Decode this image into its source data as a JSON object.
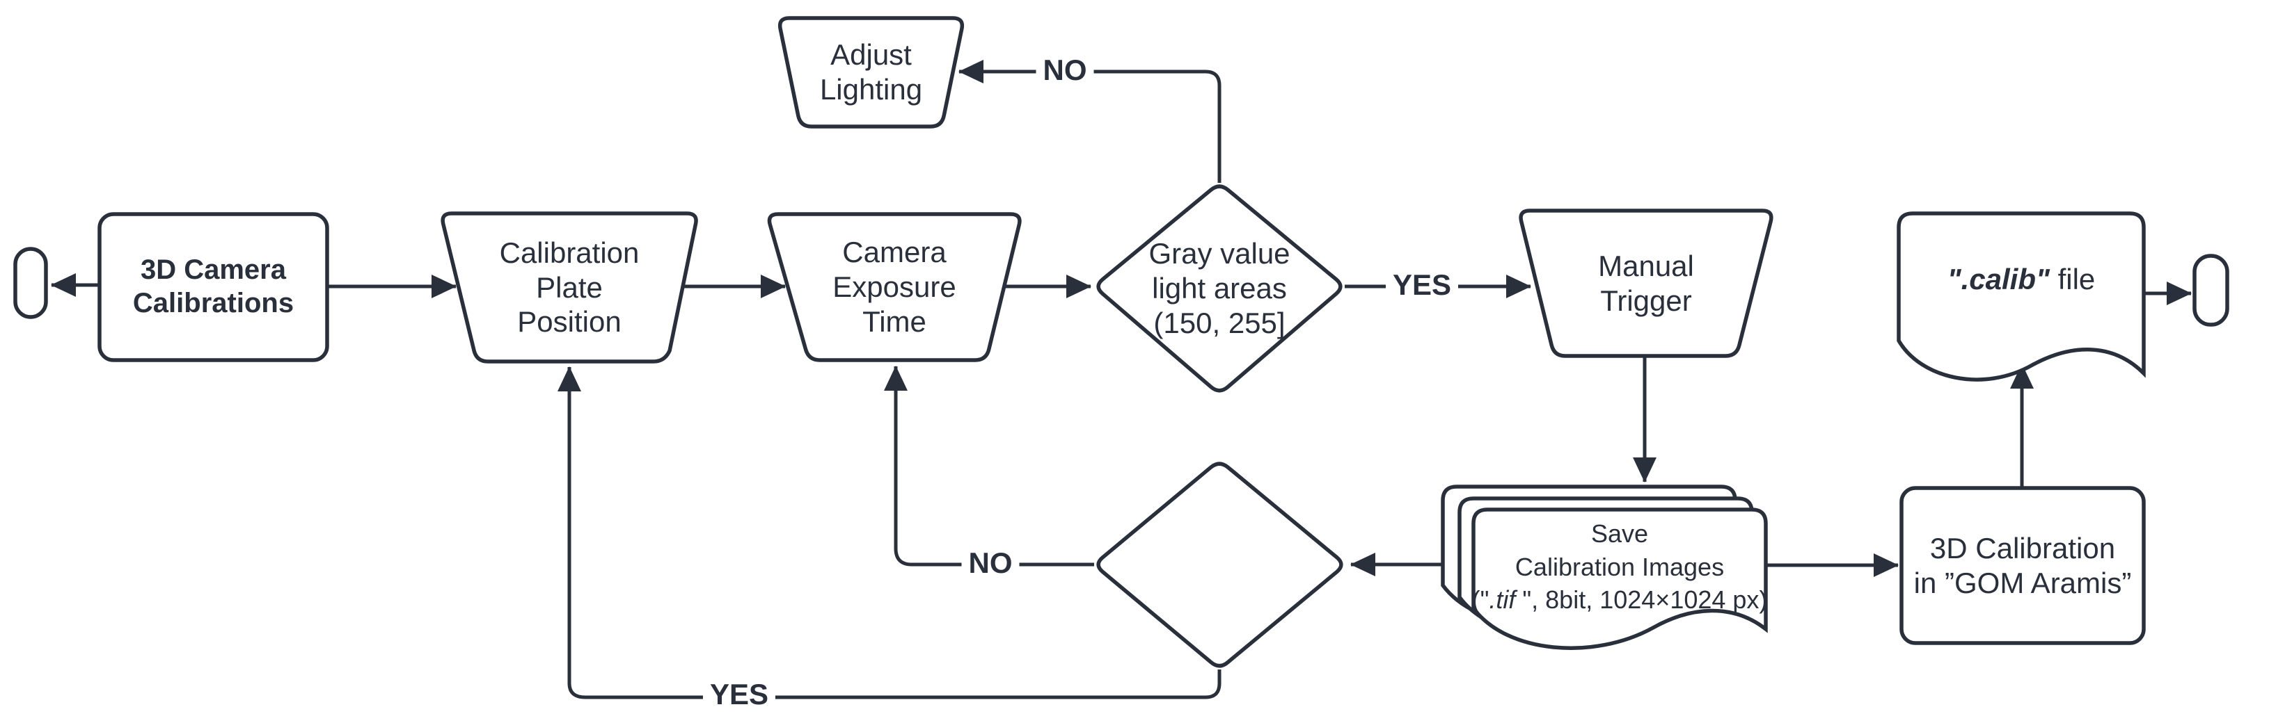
{
  "colors": {
    "ink": "#2a303b",
    "background": "#ffffff"
  },
  "nodes": {
    "camera_calibrations": {
      "label": "3D Camera\nCalibrations"
    },
    "plate_position": {
      "label": "Calibration\nPlate\nPosition"
    },
    "exposure_time": {
      "label": "Camera\nExposure\nTime"
    },
    "gray_value_check": {
      "label": "Gray value\nlight areas\n(150, 255]"
    },
    "adjust_lighting": {
      "label": "Adjust\nLighting"
    },
    "manual_trigger": {
      "label": "Manual\nTrigger"
    },
    "save_images": {
      "line1": "Save",
      "line2": "Calibration Images",
      "line3_open": "(\"",
      "line3_ext": ".tif ",
      "line3_rest": "\", 8bit, 1024×1024 px)"
    },
    "gom_calibration": {
      "label": "3D Calibration\nin ”GOM Aramis”"
    },
    "calib_file": {
      "file_name": "\".calib\"",
      "suffix": " file"
    }
  },
  "edge_labels": {
    "gray_value_no": "NO",
    "gray_value_yes": "YES",
    "exposure_tested_no": "NO",
    "exposure_tested_yes": "YES"
  }
}
